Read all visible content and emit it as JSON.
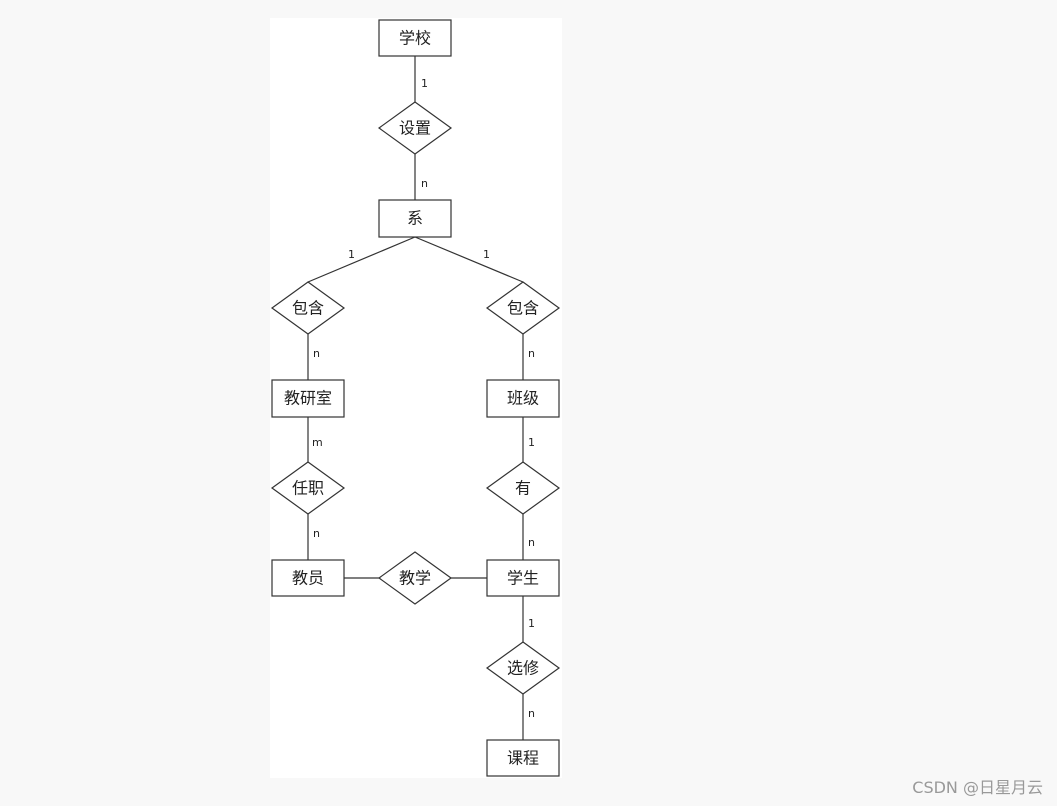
{
  "entities": {
    "school": "学校",
    "department": "系",
    "teaching_office": "教研室",
    "class": "班级",
    "teacher": "教员",
    "student": "学生",
    "course": "课程"
  },
  "relationships": {
    "establish": "设置",
    "contain_left": "包含",
    "contain_right": "包含",
    "serve": "任职",
    "has": "有",
    "teach": "教学",
    "elective": "选修"
  },
  "cardinalities": {
    "school_establish": "1",
    "establish_department": "n",
    "department_contain_left": "1",
    "department_contain_right": "1",
    "contain_left_office": "n",
    "contain_right_class": "n",
    "office_serve": "m",
    "serve_teacher": "n",
    "class_has": "1",
    "has_student": "n",
    "student_elective": "1",
    "elective_course": "n"
  },
  "watermark": "CSDN @日星月云",
  "colors": {
    "stroke": "#333333",
    "fill": "#ffffff",
    "panel": "#ffffff",
    "page": "#f8f8f8"
  }
}
